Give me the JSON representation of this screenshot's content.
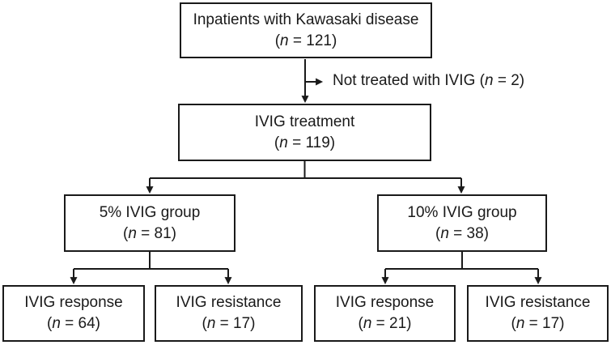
{
  "colors": {
    "background": "#ffffff",
    "box_border": "#1a1a1a",
    "line": "#1a1a1a",
    "text": "#1a1a1a"
  },
  "boxes": [
    {
      "title": "Inpatients with Kawasaki disease",
      "n": {
        "pre": "(",
        "var": "n",
        "post": " = 121)"
      }
    },
    {
      "title": "IVIG treatment",
      "n": {
        "pre": "(",
        "var": "n",
        "post": " = 119)"
      }
    },
    {
      "title": "5% IVIG group",
      "n": {
        "pre": "(",
        "var": "n",
        "post": " = 81)"
      }
    },
    {
      "title": "10% IVIG group",
      "n": {
        "pre": "(",
        "var": "n",
        "post": " = 38)"
      }
    },
    {
      "title": "IVIG response",
      "n": {
        "pre": "(",
        "var": "n",
        "post": " = 64)"
      }
    },
    {
      "title": "IVIG resistance",
      "n": {
        "pre": "(",
        "var": "n",
        "post": " = 17)"
      }
    },
    {
      "title": "IVIG response",
      "n": {
        "pre": "(",
        "var": "n",
        "post": " = 21)"
      }
    },
    {
      "title": "IVIG resistance",
      "n": {
        "pre": "(",
        "var": "n",
        "post": " = 17)"
      }
    }
  ],
  "exclusion_note": {
    "pre": "Not treated with IVIG (",
    "var": "n",
    "post": " = 2)"
  }
}
